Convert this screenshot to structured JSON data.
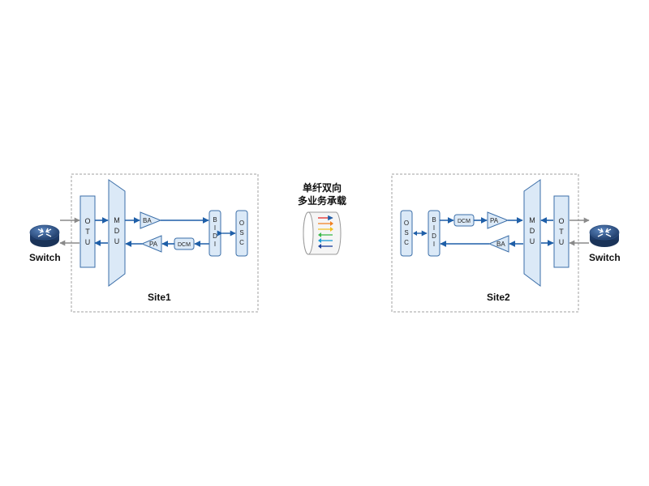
{
  "colors": {
    "box_fill": "#dbe9f7",
    "box_stroke": "#3b6ea8",
    "link": "#1f5fa8",
    "switch_arrow": "#8a8a8a",
    "site_border": "#a0a0a0",
    "switch_fill": "#2c4f80"
  },
  "center": {
    "line1": "单纤双向",
    "line2": "多业务承载",
    "icon": "fiber-icon"
  },
  "site1": {
    "label": "Site1",
    "otu": "OTU",
    "mdu": "MDU",
    "ba": "BA",
    "pa": "PA",
    "dcm": "DCM",
    "bidi": "BIDI",
    "osc": "OSC",
    "switch": {
      "label": "Switch",
      "icon": "switch-icon"
    }
  },
  "site2": {
    "label": "Site2",
    "otu": "OTU",
    "mdu": "MDU",
    "ba": "BA",
    "pa": "PA",
    "dcm": "DCM",
    "bidi": "BIDI",
    "osc": "OSC",
    "switch": {
      "label": "Switch",
      "icon": "switch-icon"
    }
  }
}
